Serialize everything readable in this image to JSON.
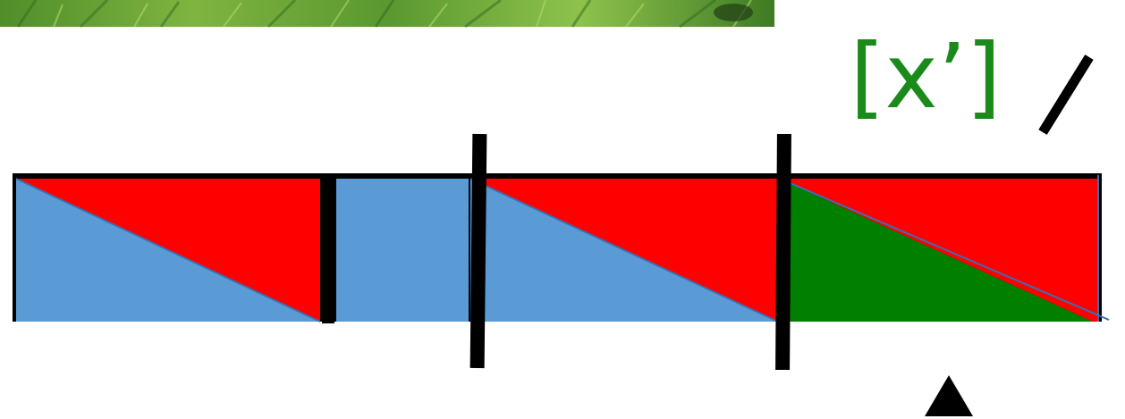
{
  "label": {
    "text": "[xʼ]",
    "color": "#1a8a1a"
  },
  "colors": {
    "blue": "#5b9bd5",
    "red": "#ff0000",
    "green": "#007f00",
    "outline": "#000000",
    "seam": "#3a6fb0"
  },
  "timeline": {
    "segments": [
      {
        "name": "segment-1",
        "upper": "red",
        "lower": "blue",
        "split": "diagonal"
      },
      {
        "name": "segment-2",
        "fill": "blue",
        "split": "none"
      },
      {
        "name": "segment-3",
        "upper": "red",
        "lower": "blue",
        "split": "diagonal"
      },
      {
        "name": "segment-4",
        "upper": "red",
        "lower": "green",
        "split": "diagonal"
      }
    ],
    "markers": [
      {
        "name": "boundary-marker-1",
        "type": "short-bar"
      },
      {
        "name": "boundary-marker-2",
        "type": "tall-bar"
      },
      {
        "name": "boundary-marker-3",
        "type": "tall-bar"
      }
    ],
    "pointer": {
      "name": "triangle-pointer-icon",
      "direction": "up"
    },
    "slash": {
      "name": "slash-mark"
    }
  },
  "photo": {
    "name": "grass-photo-fragment",
    "colors": [
      "#2f6b1e",
      "#5e9a2e",
      "#8cc04a",
      "#3f7f25"
    ]
  }
}
